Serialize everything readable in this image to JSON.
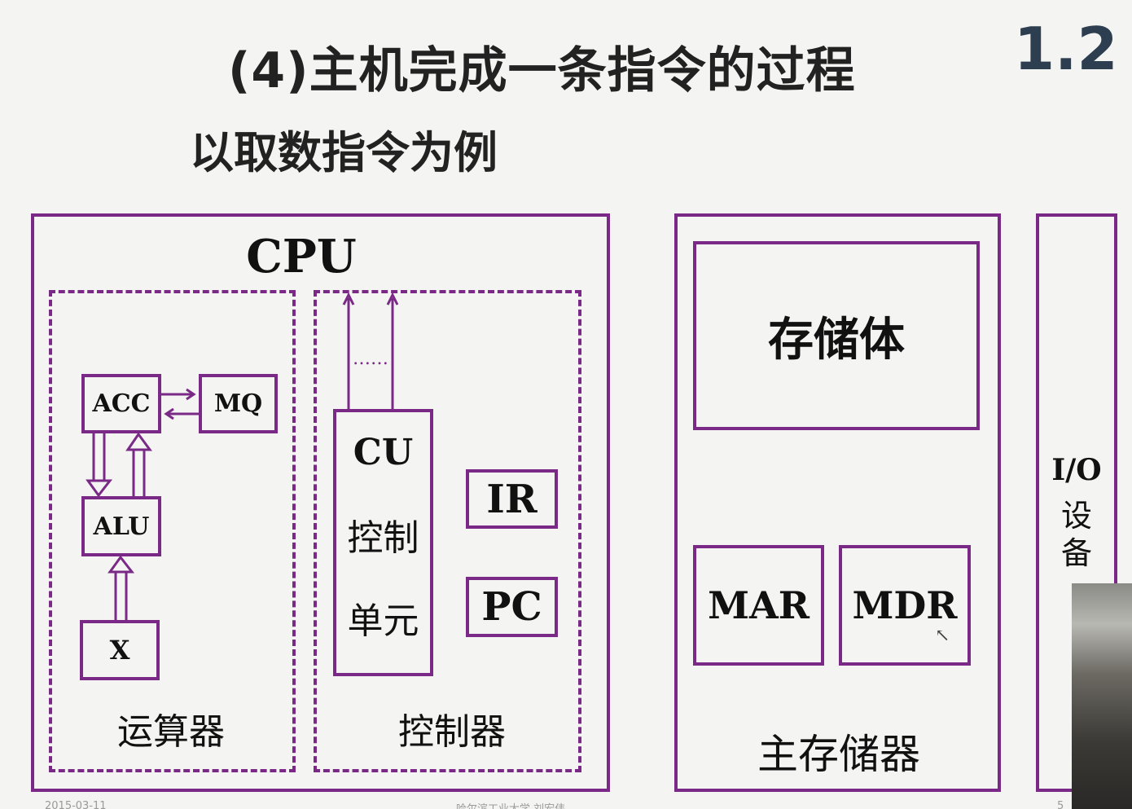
{
  "slide": {
    "title": "(4)主机完成一条指令的过程",
    "section_number": "1.2",
    "subtitle": "以取数指令为例"
  },
  "cpu": {
    "label": "CPU",
    "alu_unit": {
      "label": "运算器",
      "registers": {
        "acc": "ACC",
        "mq": "MQ",
        "alu": "ALU",
        "x": "X"
      }
    },
    "control_unit": {
      "label": "控制器",
      "cu_line1": "CU",
      "cu_line2": "控制",
      "cu_line3": "单元",
      "ellipsis": "……",
      "ir": "IR",
      "pc": "PC"
    }
  },
  "main_memory": {
    "label": "主存储器",
    "storage": "存储体",
    "mar": "MAR",
    "mdr": "MDR"
  },
  "io": {
    "label_line1": "I/O",
    "label_line2": "设",
    "label_line3": "备"
  },
  "footer": {
    "date": "2015-03-11",
    "org": "哈尔滨工业大学  刘宏伟",
    "page": "5"
  },
  "colors": {
    "frame": "#7a2a86",
    "section_number": "#2d3e50"
  }
}
